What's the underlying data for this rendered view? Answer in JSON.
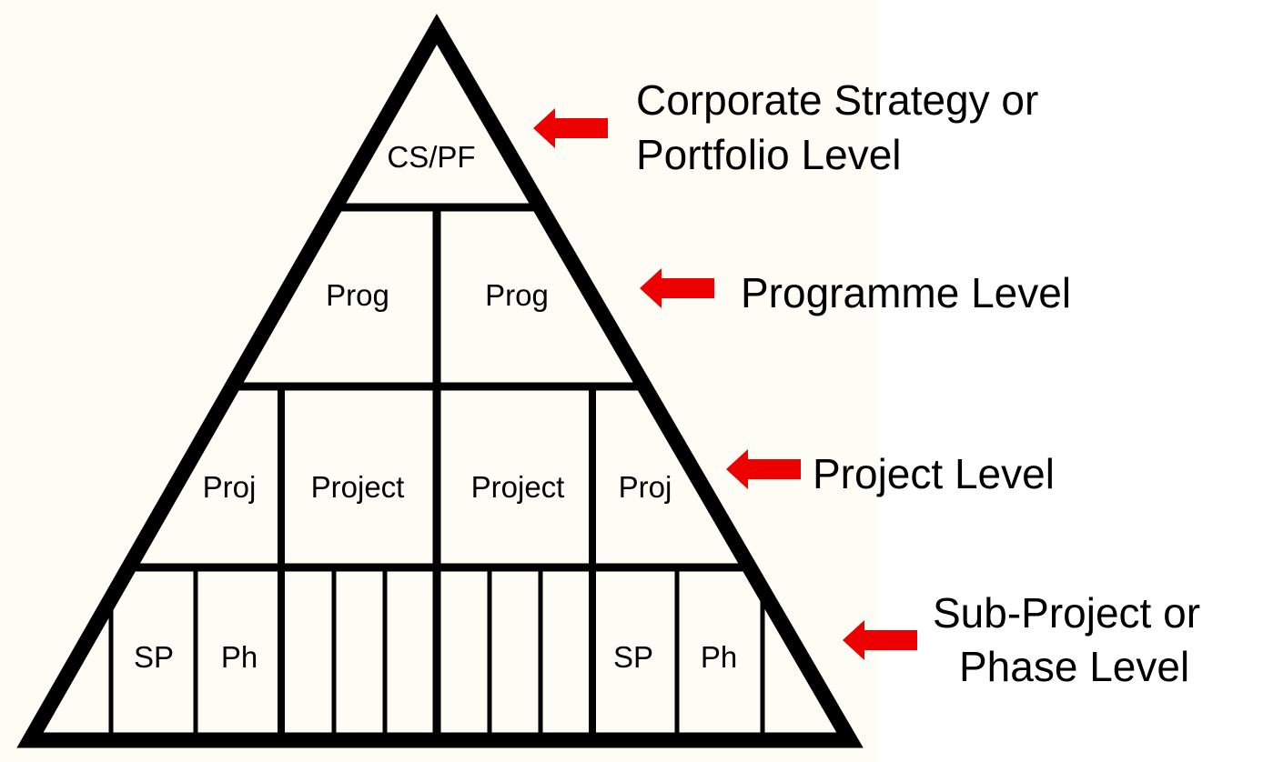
{
  "colors": {
    "background": "#fdfdf5",
    "outline": "#000000",
    "arrow": "#ee0000",
    "text": "#000000"
  },
  "pyramid": {
    "apex": {
      "label": "CS/PF"
    },
    "programmes": [
      {
        "label": "Prog"
      },
      {
        "label": "Prog"
      }
    ],
    "projects": [
      {
        "label": "Proj"
      },
      {
        "label": "Project"
      },
      {
        "label": "Project"
      },
      {
        "label": "Proj"
      }
    ],
    "sub_projects": [
      {
        "label": "SP"
      },
      {
        "label": "Ph"
      },
      {
        "label": "SP"
      },
      {
        "label": "Ph"
      }
    ]
  },
  "levels": [
    {
      "lines": [
        "Corporate Strategy or",
        "Portfolio Level"
      ]
    },
    {
      "lines": [
        "Programme Level"
      ]
    },
    {
      "lines": [
        "Project Level"
      ]
    },
    {
      "lines": [
        "Sub-Project or",
        "Phase Level"
      ]
    }
  ]
}
